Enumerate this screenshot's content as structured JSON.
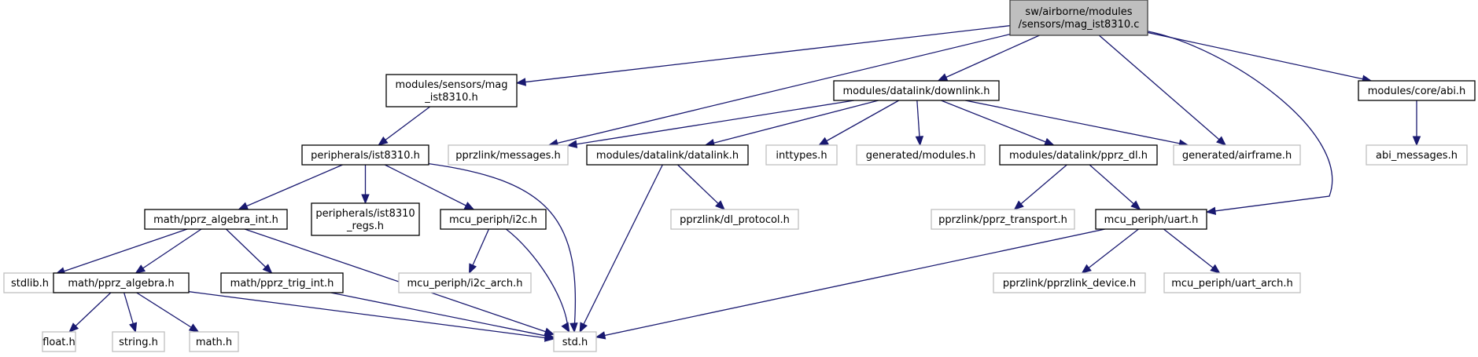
{
  "diagram": {
    "title": "Include dependency graph for mag_ist8310.c",
    "nodes": [
      {
        "id": "root",
        "lines": [
          "sw/airborne/modules",
          "/sensors/mag_ist8310.c"
        ],
        "kind": "root"
      },
      {
        "id": "mag_h",
        "lines": [
          "modules/sensors/mag",
          "_ist8310.h"
        ],
        "kind": "doc"
      },
      {
        "id": "downlink",
        "lines": [
          "modules/datalink/downlink.h"
        ],
        "kind": "doc"
      },
      {
        "id": "abi",
        "lines": [
          "modules/core/abi.h"
        ],
        "kind": "doc"
      },
      {
        "id": "ist8310",
        "lines": [
          "peripherals/ist8310.h"
        ],
        "kind": "doc"
      },
      {
        "id": "messages",
        "lines": [
          "pprzlink/messages.h"
        ],
        "kind": "ext"
      },
      {
        "id": "datalink",
        "lines": [
          "modules/datalink/datalink.h"
        ],
        "kind": "doc"
      },
      {
        "id": "inttypes",
        "lines": [
          "inttypes.h"
        ],
        "kind": "ext"
      },
      {
        "id": "gen_modules",
        "lines": [
          "generated/modules.h"
        ],
        "kind": "ext"
      },
      {
        "id": "pprz_dl",
        "lines": [
          "modules/datalink/pprz_dl.h"
        ],
        "kind": "doc"
      },
      {
        "id": "airframe",
        "lines": [
          "generated/airframe.h"
        ],
        "kind": "ext"
      },
      {
        "id": "abi_messages",
        "lines": [
          "abi_messages.h"
        ],
        "kind": "ext"
      },
      {
        "id": "algebra_int",
        "lines": [
          "math/pprz_algebra_int.h"
        ],
        "kind": "doc"
      },
      {
        "id": "ist8310_regs",
        "lines": [
          "peripherals/ist8310",
          "_regs.h"
        ],
        "kind": "doc"
      },
      {
        "id": "i2c",
        "lines": [
          "mcu_periph/i2c.h"
        ],
        "kind": "doc"
      },
      {
        "id": "dl_protocol",
        "lines": [
          "pprzlink/dl_protocol.h"
        ],
        "kind": "ext"
      },
      {
        "id": "pprz_transport",
        "lines": [
          "pprzlink/pprz_transport.h"
        ],
        "kind": "ext"
      },
      {
        "id": "uart",
        "lines": [
          "mcu_periph/uart.h"
        ],
        "kind": "doc"
      },
      {
        "id": "stdlib",
        "lines": [
          "stdlib.h"
        ],
        "kind": "ext"
      },
      {
        "id": "algebra",
        "lines": [
          "math/pprz_algebra.h"
        ],
        "kind": "doc"
      },
      {
        "id": "trig_int",
        "lines": [
          "math/pprz_trig_int.h"
        ],
        "kind": "doc"
      },
      {
        "id": "i2c_arch",
        "lines": [
          "mcu_periph/i2c_arch.h"
        ],
        "kind": "ext"
      },
      {
        "id": "pprzlink_device",
        "lines": [
          "pprzlink/pprzlink_device.h"
        ],
        "kind": "ext"
      },
      {
        "id": "uart_arch",
        "lines": [
          "mcu_periph/uart_arch.h"
        ],
        "kind": "ext"
      },
      {
        "id": "float",
        "lines": [
          "float.h"
        ],
        "kind": "ext"
      },
      {
        "id": "string",
        "lines": [
          "string.h"
        ],
        "kind": "ext"
      },
      {
        "id": "math",
        "lines": [
          "math.h"
        ],
        "kind": "ext"
      },
      {
        "id": "std",
        "lines": [
          "std.h"
        ],
        "kind": "ext"
      }
    ],
    "edges": [
      [
        "root",
        "mag_h"
      ],
      [
        "root",
        "messages"
      ],
      [
        "root",
        "downlink"
      ],
      [
        "root",
        "airframe"
      ],
      [
        "root",
        "uart"
      ],
      [
        "root",
        "abi"
      ],
      [
        "mag_h",
        "ist8310"
      ],
      [
        "downlink",
        "messages"
      ],
      [
        "downlink",
        "datalink"
      ],
      [
        "downlink",
        "inttypes"
      ],
      [
        "downlink",
        "gen_modules"
      ],
      [
        "downlink",
        "pprz_dl"
      ],
      [
        "downlink",
        "airframe"
      ],
      [
        "abi",
        "abi_messages"
      ],
      [
        "ist8310",
        "algebra_int"
      ],
      [
        "ist8310",
        "ist8310_regs"
      ],
      [
        "ist8310",
        "i2c"
      ],
      [
        "ist8310",
        "std"
      ],
      [
        "datalink",
        "std"
      ],
      [
        "datalink",
        "dl_protocol"
      ],
      [
        "pprz_dl",
        "pprz_transport"
      ],
      [
        "pprz_dl",
        "uart"
      ],
      [
        "algebra_int",
        "stdlib"
      ],
      [
        "algebra_int",
        "algebra"
      ],
      [
        "algebra_int",
        "trig_int"
      ],
      [
        "algebra_int",
        "std"
      ],
      [
        "i2c",
        "i2c_arch"
      ],
      [
        "i2c",
        "std"
      ],
      [
        "uart",
        "std"
      ],
      [
        "uart",
        "pprzlink_device"
      ],
      [
        "uart",
        "uart_arch"
      ],
      [
        "algebra",
        "float"
      ],
      [
        "algebra",
        "string"
      ],
      [
        "algebra",
        "math"
      ],
      [
        "algebra",
        "std"
      ],
      [
        "trig_int",
        "std"
      ]
    ]
  }
}
